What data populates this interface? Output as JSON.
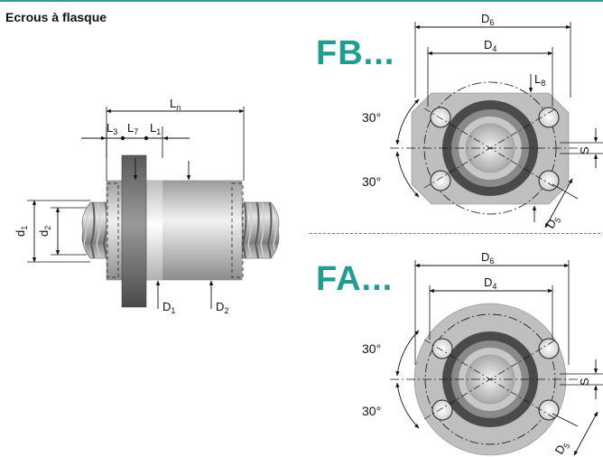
{
  "title": "Ecrous à flasque",
  "variants": {
    "fb": "FB...",
    "fa": "FA..."
  },
  "side_view": {
    "ln": "L",
    "ln_sub": "n",
    "l3": "L",
    "l3_sub": "3",
    "l7": "L",
    "l7_sub": "7",
    "l1": "L",
    "l1_sub": "1",
    "d1": "d",
    "d1_sub": "1",
    "d2": "d",
    "d2_sub": "2",
    "D1": "D",
    "D1_sub": "1",
    "D2": "D",
    "D2_sub": "2"
  },
  "fb_view": {
    "D6": "D",
    "D6_sub": "6",
    "D4": "D",
    "D4_sub": "4",
    "L8": "L",
    "L8_sub": "8",
    "angle_top": "30°",
    "angle_bottom": "30°",
    "s": "S",
    "D5": "D",
    "D5_sub": "5"
  },
  "fa_view": {
    "D6": "D",
    "D6_sub": "6",
    "D4": "D",
    "D4_sub": "4",
    "angle_top": "30°",
    "angle_bottom": "30°",
    "s": "S",
    "D5": "D",
    "D5_sub": "5"
  }
}
